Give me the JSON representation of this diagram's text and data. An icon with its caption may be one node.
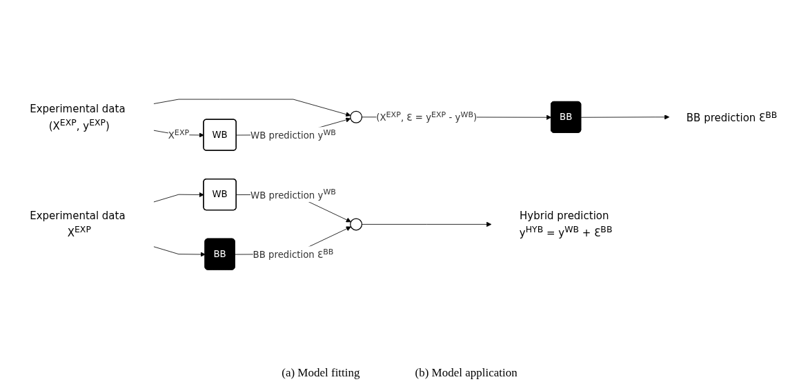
{
  "diagram": {
    "nodes": [
      {
        "text": [
          "Experimental data (X$^{EXP}$, y$^{EXP}$)"
        ]
      },
      {
        "text": [
          "WB"
        ]
      },
      {
        "text": [],
        "shape": "circle"
      },
      {
        "text": [
          "BB"
        ]
      },
      {
        "text": [
          "BB prediction Ɛ$^{BB}$"
        ]
      },
      {
        "text": [
          "Experimental data X$^{EXP}$"
        ]
      },
      {
        "text": [
          "WB"
        ]
      },
      {
        "text": [
          "BB"
        ]
      },
      {
        "text": [],
        "shape": "circle"
      },
      {
        "text": [
          "Hybrid prediction y$^{HYB}$ = y$^{WB}$ + Ɛ$^{BB}$"
        ]
      }
    ],
    "edges": [
      {
        "from": 0,
        "to": 1,
        "arrow": "to",
        "label": "X$^{EXP}$"
      },
      {
        "from": 0,
        "to": 2,
        "arrow": "to"
      },
      {
        "from": 1,
        "to": 2,
        "arrow": "to",
        "label": "WB prediction y$^{WB}$"
      },
      {
        "from": 2,
        "to": 3,
        "arrow": "to",
        "label": "(X$^{EXP}$, Ɛ = y$^{EXP}$ - y$^{WB}$)"
      },
      {
        "from": 3,
        "to": 4,
        "arrow": "to"
      },
      {
        "from": 5,
        "to": 6,
        "arrow": "to"
      },
      {
        "from": 5,
        "to": 7,
        "arrow": "to"
      },
      {
        "from": 6,
        "to": 8,
        "arrow": "to",
        "label": "WB prediction y$^{WB}$"
      },
      {
        "from": 7,
        "to": 8,
        "arrow": "to",
        "label": "BB prediction Ɛ$^{BB}$"
      },
      {
        "from": 8,
        "to": 9,
        "arrow": "to"
      }
    ],
    "labels": [
      "(a) Model fitting",
      "(b) Model application"
    ]
  }
}
